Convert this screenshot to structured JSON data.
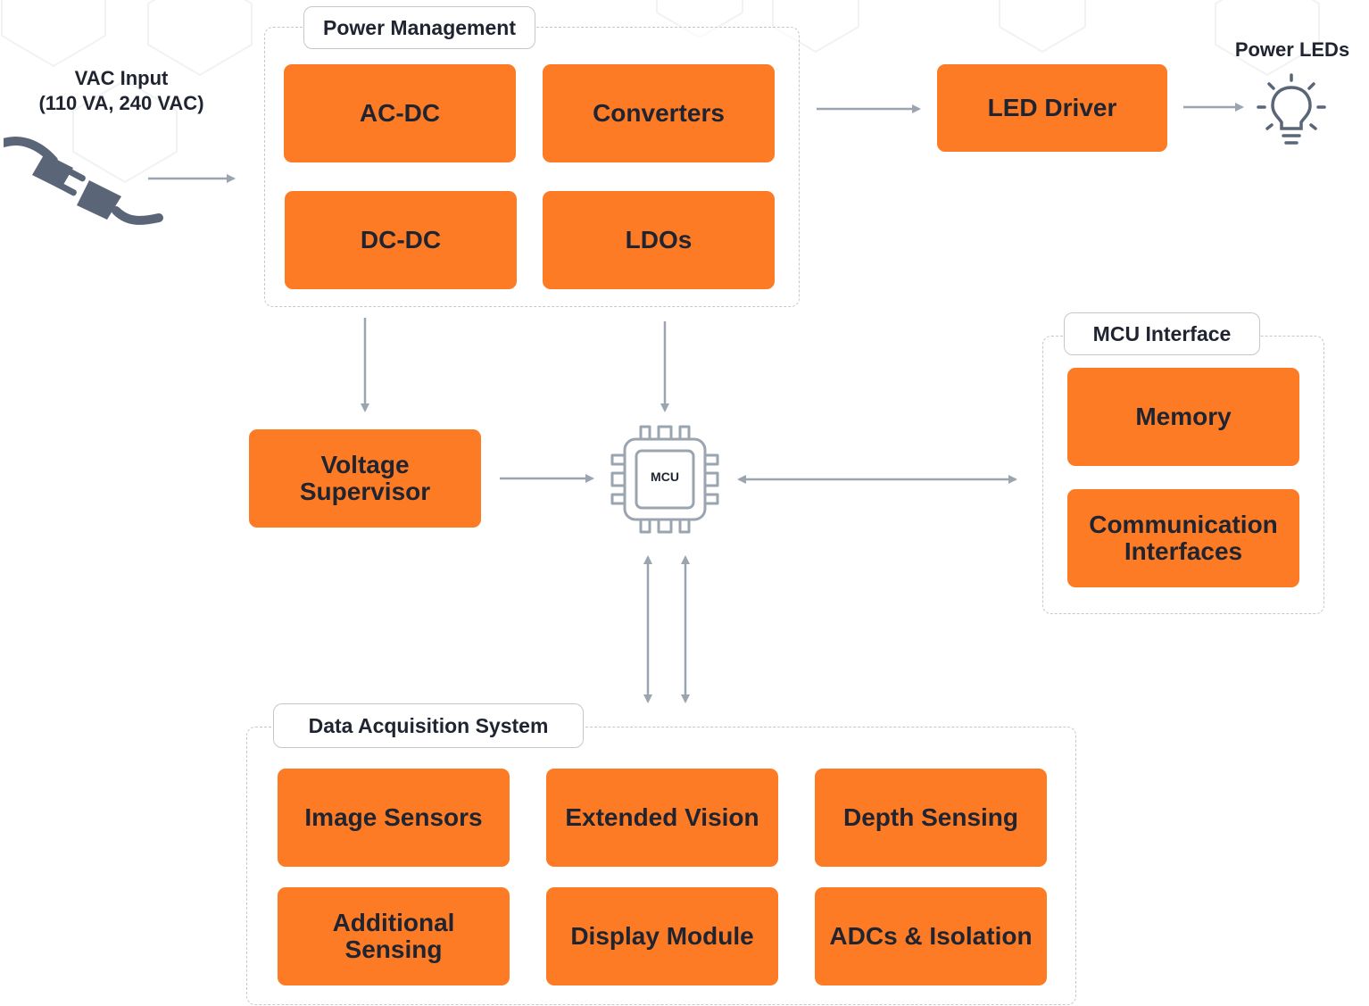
{
  "input": {
    "label": "VAC Input\n(110 VA, 240 VAC)",
    "icon": "plug-icon"
  },
  "output": {
    "label": "Power LEDs",
    "icon": "lightbulb-icon"
  },
  "power_management": {
    "title": "Power Management",
    "blocks": [
      "AC-DC",
      "Converters",
      "DC-DC",
      "LDOs"
    ]
  },
  "led_driver": "LED Driver",
  "voltage_supervisor": "Voltage\nSupervisor",
  "mcu": {
    "label": "MCU",
    "icon": "chip-icon"
  },
  "mcu_interface": {
    "title": "MCU Interface",
    "blocks": [
      "Memory",
      "Communication\nInterfaces"
    ]
  },
  "data_acquisition": {
    "title": "Data Acquisition System",
    "blocks": [
      "Image Sensors",
      "Extended Vision",
      "Depth Sensing",
      "Additional\nSensing",
      "Display Module",
      "ADCs & Isolation"
    ]
  },
  "colors": {
    "block": "#fd7b24",
    "arrow": "#9aa5b0",
    "icon": "#5a6577",
    "border": "#c3c8ce"
  }
}
